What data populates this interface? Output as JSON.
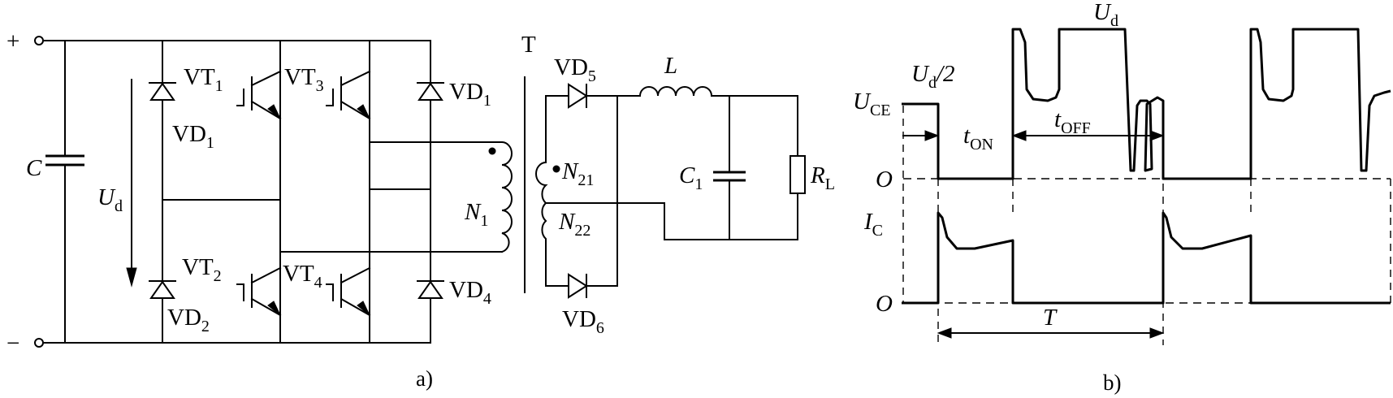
{
  "figure_a": {
    "caption": "a)",
    "terminal_plus": "+",
    "terminal_minus": "−",
    "capacitor_main": "C",
    "voltage_label": "U",
    "voltage_sub": "d",
    "transformer": "T",
    "vt1": "VT",
    "vt1_sub": "1",
    "vt2": "VT",
    "vt2_sub": "2",
    "vt3": "VT",
    "vt3_sub": "3",
    "vt4": "VT",
    "vt4_sub": "4",
    "vd1_left": "VD",
    "vd1_left_sub": "1",
    "vd2": "VD",
    "vd2_sub": "2",
    "vd1_right": "VD",
    "vd1_right_sub": "1",
    "vd4": "VD",
    "vd4_sub": "4",
    "vd5": "VD",
    "vd5_sub": "5",
    "vd6": "VD",
    "vd6_sub": "6",
    "primary": "N",
    "primary_sub": "1",
    "secondary_top": "N",
    "secondary_top_sub": "21",
    "secondary_bottom": "N",
    "secondary_bottom_sub": "22",
    "inductor": "L",
    "capacitor_out": "C",
    "capacitor_out_sub": "1",
    "load": "R",
    "load_sub": "L"
  },
  "figure_b": {
    "caption": "b)",
    "ud_top": "U",
    "ud_top_sub": "d",
    "ud_half": "U",
    "ud_half_sub": "d",
    "ud_half_suffix": "/2",
    "uce": "U",
    "uce_sub": "CE",
    "origin_upper": "O",
    "ic": "I",
    "ic_sub": "C",
    "origin_lower": "O",
    "t_on": "t",
    "t_on_sub": "ON",
    "t_off": "t",
    "t_off_sub": "OFF",
    "period": "T"
  }
}
